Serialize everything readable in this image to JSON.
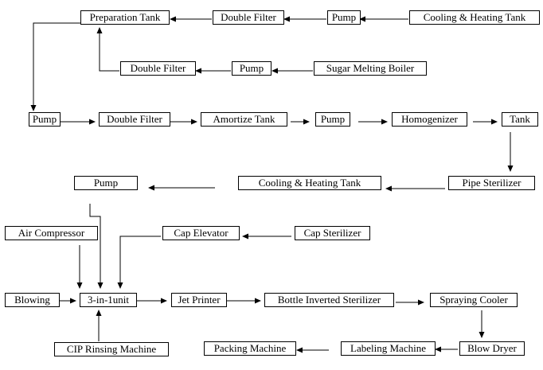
{
  "diagram": {
    "title": "",
    "nodes": {
      "cooling_heating_tank_top": "Cooling & Heating Tank",
      "pump_top": "Pump",
      "double_filter_top": "Double Filter",
      "preparation_tank": "Preparation Tank",
      "sugar_melting_boiler": "Sugar Melting Boiler",
      "pump_sugar": "Pump",
      "double_filter_sugar": "Double Filter",
      "pump_row3": "Pump",
      "double_filter_row3": "Double Filter",
      "amortize_tank": "Amortize Tank",
      "pump_row3b": "Pump",
      "homogenizer": "Homogenizer",
      "tank": "Tank",
      "pipe_sterilizer": "Pipe Sterilizer",
      "cooling_heating_tank_mid": "Cooling & Heating Tank",
      "pump_row4": "Pump",
      "air_compressor": "Air Compressor",
      "cap_elevator": "Cap Elevator",
      "cap_sterilizer": "Cap Sterilizer",
      "blowing": "Blowing",
      "three_in_one_unit": "3-in-1unit",
      "jet_printer": "Jet Printer",
      "bottle_inverted_sterilizer": "Bottle Inverted Sterilizer",
      "spraying_cooler": "Spraying Cooler",
      "blow_dryer": "Blow Dryer",
      "labeling_machine": "Labeling Machine",
      "packing_machine": "Packing Machine",
      "cip_rinsing_machine": "CIP Rinsing Machine"
    }
  }
}
